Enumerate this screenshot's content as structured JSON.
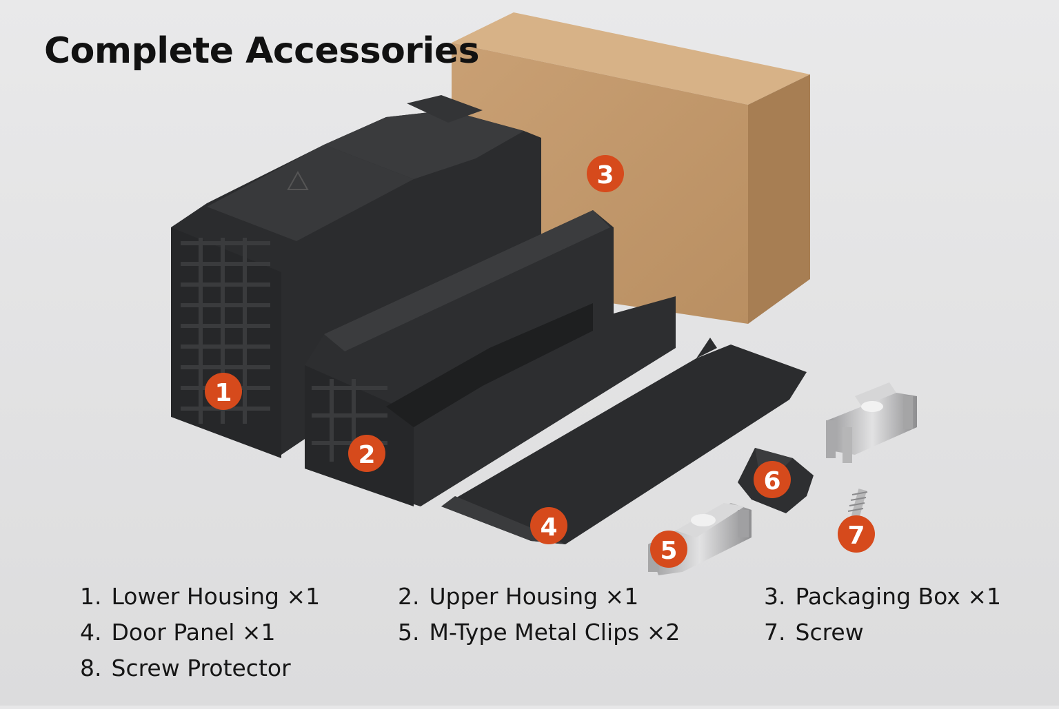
{
  "title": "Complete Accessories",
  "colors": {
    "background": "#e7e7e8",
    "plastic": "#2f3032",
    "cardboard": "#c49b6e",
    "metal": "#bfbfc0",
    "marker": "#d64a1c"
  },
  "markers": [
    "1",
    "2",
    "3",
    "4",
    "5",
    "6",
    "7"
  ],
  "legend": [
    {
      "num": "1.",
      "label": "Lower Housing ×1"
    },
    {
      "num": "2.",
      "label": "Upper Housing ×1"
    },
    {
      "num": "3.",
      "label": "Packaging Box ×1"
    },
    {
      "num": "4.",
      "label": "Door Panel ×1"
    },
    {
      "num": "5.",
      "label": "M-Type Metal Clips ×2"
    },
    {
      "num": "7.",
      "label": "Screw"
    },
    {
      "num": "8.",
      "label": "Screw Protector"
    }
  ]
}
